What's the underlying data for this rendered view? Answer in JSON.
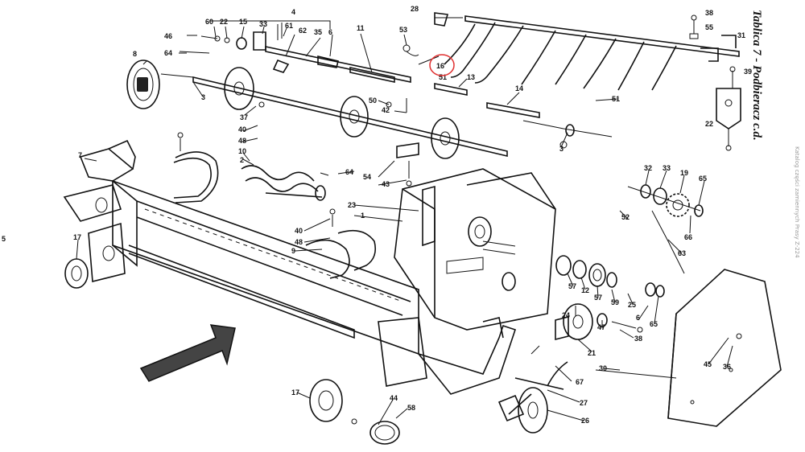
{
  "title": "Tablica 7 - Podbieracz c.d.",
  "side_text": "Katalog części zamiennych Prasy Z-224",
  "edge_mark": "5",
  "highlight": {
    "label": "16",
    "color": "#e03030"
  },
  "labels": [
    {
      "id": "l28",
      "t": "28"
    },
    {
      "id": "l38a",
      "t": "38"
    },
    {
      "id": "l55",
      "t": "55"
    },
    {
      "id": "l31",
      "t": "31"
    },
    {
      "id": "l39",
      "t": "39"
    },
    {
      "id": "l51b",
      "t": "51"
    },
    {
      "id": "l22b",
      "t": "22"
    },
    {
      "id": "l3b",
      "t": "3"
    },
    {
      "id": "l60",
      "t": "60"
    },
    {
      "id": "l22",
      "t": "22"
    },
    {
      "id": "l15",
      "t": "15"
    },
    {
      "id": "l4",
      "t": "4"
    },
    {
      "id": "l46",
      "t": "46"
    },
    {
      "id": "l33",
      "t": "33"
    },
    {
      "id": "l61",
      "t": "61"
    },
    {
      "id": "l62",
      "t": "62"
    },
    {
      "id": "l35",
      "t": "35"
    },
    {
      "id": "l6",
      "t": "6"
    },
    {
      "id": "l11",
      "t": "11"
    },
    {
      "id": "l53",
      "t": "53"
    },
    {
      "id": "l64",
      "t": "64"
    },
    {
      "id": "l8",
      "t": "8"
    },
    {
      "id": "l51",
      "t": "51"
    },
    {
      "id": "l13",
      "t": "13"
    },
    {
      "id": "l14",
      "t": "14"
    },
    {
      "id": "l3a",
      "t": "3"
    },
    {
      "id": "l50",
      "t": "50"
    },
    {
      "id": "l42",
      "t": "42"
    },
    {
      "id": "l37",
      "t": "37"
    },
    {
      "id": "l40a",
      "t": "40"
    },
    {
      "id": "l48a",
      "t": "48"
    },
    {
      "id": "l10",
      "t": "10"
    },
    {
      "id": "l7",
      "t": "7"
    },
    {
      "id": "l2",
      "t": "2"
    },
    {
      "id": "l64b",
      "t": "64"
    },
    {
      "id": "l54",
      "t": "54"
    },
    {
      "id": "l43",
      "t": "43"
    },
    {
      "id": "l23",
      "t": "23"
    },
    {
      "id": "l1",
      "t": "1"
    },
    {
      "id": "l40b",
      "t": "40"
    },
    {
      "id": "l48b",
      "t": "48"
    },
    {
      "id": "l9",
      "t": "9"
    },
    {
      "id": "l17a",
      "t": "17"
    },
    {
      "id": "l32",
      "t": "32"
    },
    {
      "id": "l33b",
      "t": "33"
    },
    {
      "id": "l19",
      "t": "19"
    },
    {
      "id": "l65a",
      "t": "65"
    },
    {
      "id": "l52",
      "t": "52"
    },
    {
      "id": "l66",
      "t": "66"
    },
    {
      "id": "l63",
      "t": "63"
    },
    {
      "id": "l57a",
      "t": "57"
    },
    {
      "id": "l12",
      "t": "12"
    },
    {
      "id": "l57b",
      "t": "57"
    },
    {
      "id": "l59",
      "t": "59"
    },
    {
      "id": "l25",
      "t": "25"
    },
    {
      "id": "l6b",
      "t": "6"
    },
    {
      "id": "l65b",
      "t": "65"
    },
    {
      "id": "l24",
      "t": "24"
    },
    {
      "id": "l47",
      "t": "47"
    },
    {
      "id": "l38b",
      "t": "38"
    },
    {
      "id": "l21",
      "t": "21"
    },
    {
      "id": "l30",
      "t": "30"
    },
    {
      "id": "l45",
      "t": "45"
    },
    {
      "id": "l36",
      "t": "36"
    },
    {
      "id": "l67",
      "t": "67"
    },
    {
      "id": "l27",
      "t": "27"
    },
    {
      "id": "l26",
      "t": "26"
    },
    {
      "id": "l17b",
      "t": "17"
    },
    {
      "id": "l44",
      "t": "44"
    },
    {
      "id": "l58",
      "t": "58"
    }
  ]
}
